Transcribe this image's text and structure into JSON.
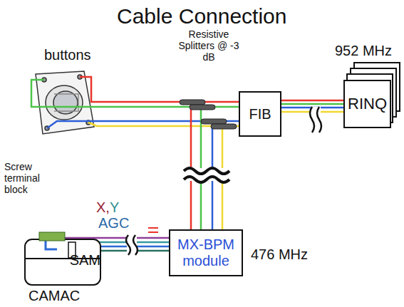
{
  "diagram": {
    "title": "Cable Connection",
    "nodes": [
      {
        "text": [
          "FIB"
        ]
      },
      {
        "text": [
          "RINQ"
        ]
      },
      {
        "text": [
          "MX-BPM module"
        ]
      },
      {
        "text": [
          "SAM"
        ]
      }
    ],
    "edges": [
      {
        "from": 0,
        "to": 1,
        "arrow": "none"
      },
      {
        "from": 2,
        "to": 3,
        "arrow": "none"
      }
    ],
    "labels": [
      "buttons",
      "Resistive Splitters @ -3 dB",
      "952 MHz",
      "476 MHz",
      "Screw terminal block",
      "X,",
      "Y",
      "AGC",
      "CAMAC"
    ]
  }
}
